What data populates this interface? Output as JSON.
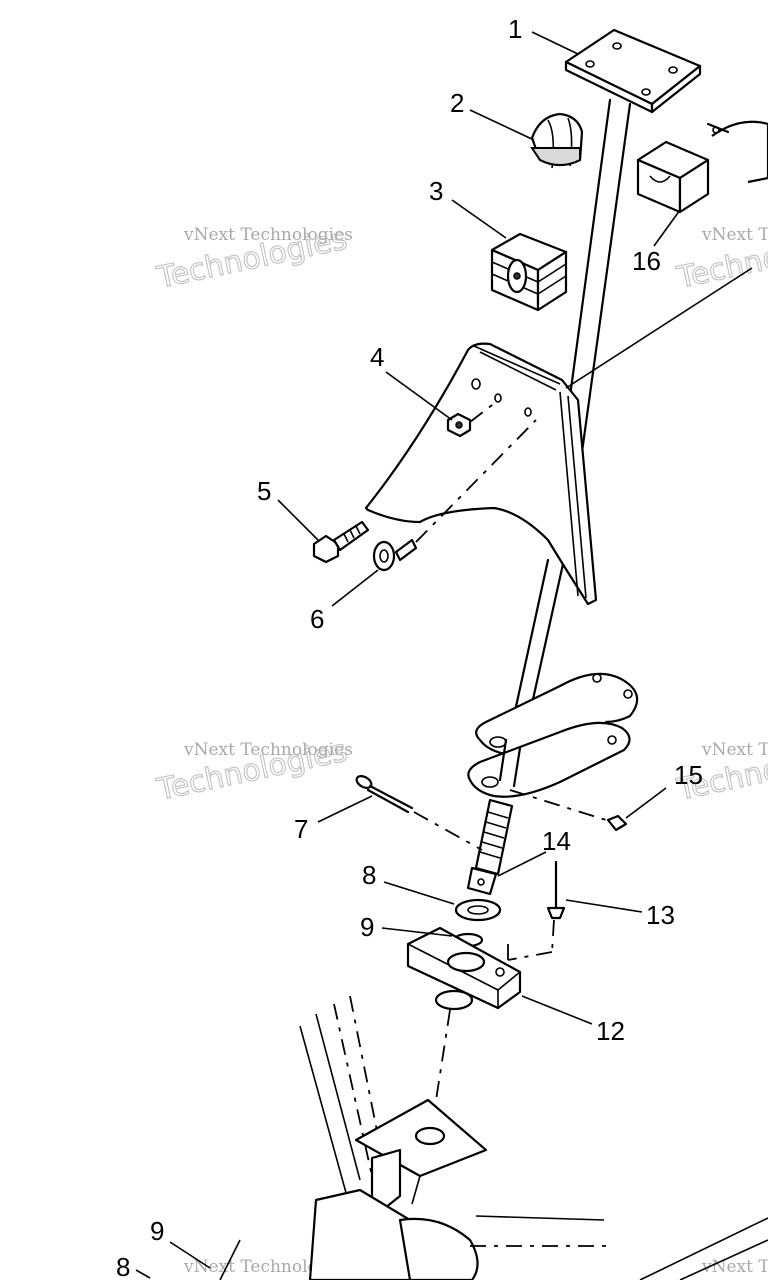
{
  "diagram": {
    "callouts": {
      "c1": "1",
      "c2": "2",
      "c3": "3",
      "c4": "4",
      "c5": "5",
      "c6": "6",
      "c7": "7",
      "c8": "8",
      "c9": "9",
      "c12": "12",
      "c13": "13",
      "c14": "14",
      "c15": "15",
      "c16": "16",
      "c9b": "9",
      "c8b": "8"
    },
    "watermark": {
      "line1": "vNext Technologies",
      "line2": "Technologies"
    }
  }
}
